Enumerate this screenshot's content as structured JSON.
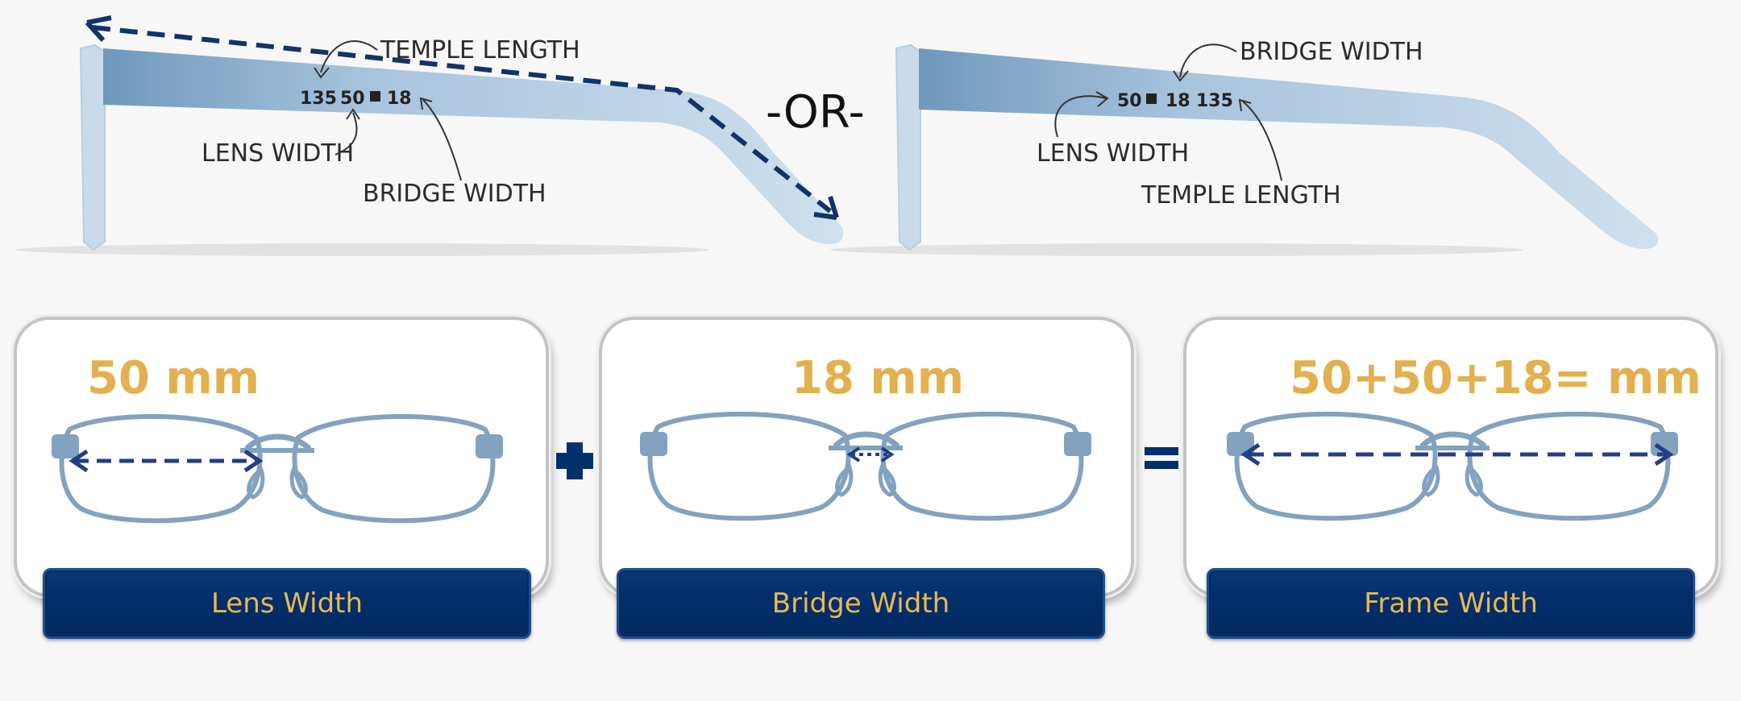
{
  "top": {
    "left_diagram": {
      "numbers": [
        "135",
        "50",
        "18"
      ],
      "labels": {
        "temple_length": "TEMPLE LENGTH",
        "lens_width": "LENS WIDTH",
        "bridge_width": "BRIDGE WIDTH"
      }
    },
    "separator": "-OR-",
    "right_diagram": {
      "numbers": [
        "50",
        "18",
        "135"
      ],
      "labels": {
        "bridge_width": "BRIDGE WIDTH",
        "lens_width": "LENS WIDTH",
        "temple_length": "TEMPLE LENGTH"
      }
    }
  },
  "panels": [
    {
      "measure": "50 mm",
      "label": "Lens Width"
    },
    {
      "measure": "18 mm",
      "label": "Bridge Width"
    },
    {
      "measure": "50+50+18= mm",
      "label": "Frame Width"
    }
  ],
  "operators": {
    "plus": "plus-sign",
    "equals": "equals-sign"
  },
  "colors": {
    "frame_blue": "#82a2c0",
    "arrow_navy": "#233d86",
    "dark_navy": "#032f6a",
    "gold": "#e3b04f"
  }
}
